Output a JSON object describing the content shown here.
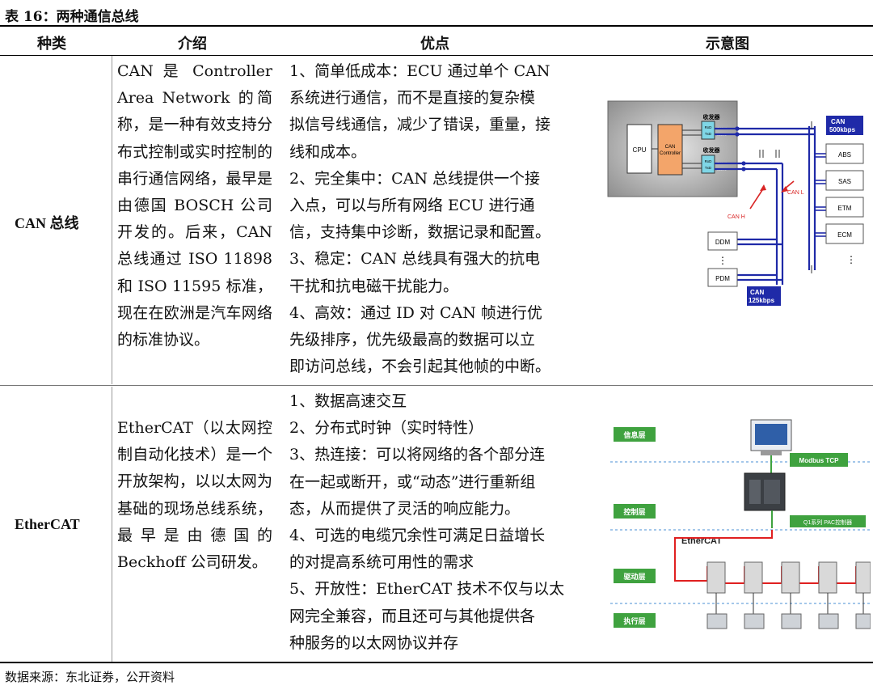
{
  "caption": "表 16：两种通信总线",
  "headers": {
    "type": "种类",
    "intro": "介绍",
    "advantages": "优点",
    "diagram": "示意图"
  },
  "rows": [
    {
      "type": "CAN 总线",
      "intro": "CAN 是 Controller Area Network 的简称，是一种有效支持分布式控制或实时控制的串行通信网络，最早是由德国 BOSCH 公司开发的。后来，CAN 总线通过 ISO 11898 和 ISO 11595 标准，现在在欧洲是汽车网络的标准协议。",
      "advantages": [
        "1、简单低成本：ECU 通过单个 CAN 系统进行通信，而不是直接的复杂模拟信号线通信，减少了错误，重量，接线和成本。",
        "2、完全集中：CAN 总线提供一个接入点，可以与所有网络 ECU 进行通信，支持集中诊断，数据记录和配置。",
        "3、稳定：CAN 总线具有强大的抗电干扰和抗电磁干扰能力。",
        "4、高效：通过 ID 对 CAN 帧进行优先级排序，优先级最高的数据可以立即访问总线，不会引起其他帧的中断。"
      ],
      "diagram": {
        "cpu": "CPU",
        "controller": [
          "CAN",
          "Controller"
        ],
        "transceiver": "收发器",
        "rx": "RxD",
        "tx": "TxD",
        "can_h_pin": "CAN H",
        "can_l_pin": "CAN L",
        "can_h_label": "CAN H",
        "can_l_label": "CAN L",
        "bus_500": [
          "CAN",
          "500kbps"
        ],
        "bus_125": [
          "CAN",
          "125kbps"
        ],
        "right_nodes": [
          "ABS",
          "SAS",
          "ETM",
          "ECM"
        ],
        "left_nodes": [
          "DDM",
          "PDM"
        ],
        "more": "⋮"
      }
    },
    {
      "type": "EtherCAT",
      "intro": "EtherCAT（以太网控制自动化技术）是一个开放架构，以以太网为基础的现场总线系统，最早是由德国的 Beckhoff 公司研发。",
      "advantages": [
        "1、数据高速交互",
        "2、分布式时钟（实时特性）",
        "3、热连接：可以将网络的各个部分连在一起或断开，或“动态”进行重新组态，从而提供了灵活的响应能力。",
        "4、可选的电缆冗余性可满足日益增长的对提高系统可用性的需求",
        "5、开放性：EtherCAT 技术不仅与以太网完全兼容，而且还可与其他提供各种服务的以太网协议并存"
      ],
      "diagram": {
        "layers": [
          "信息层",
          "控制层",
          "驱动层",
          "执行层"
        ],
        "modbus": "Modbus TCP",
        "controller": "Q1系列 PAC控制器",
        "logo": "EtherCAT"
      }
    }
  ],
  "source": "数据来源：东北证券，公开资料",
  "colors": {
    "bus_blue": "#1f2aa8",
    "green_tag": "#3fa23f",
    "red": "#d92525",
    "controller_orange": "#f3a56a",
    "transceiver_cyan": "#7fd6e6"
  }
}
